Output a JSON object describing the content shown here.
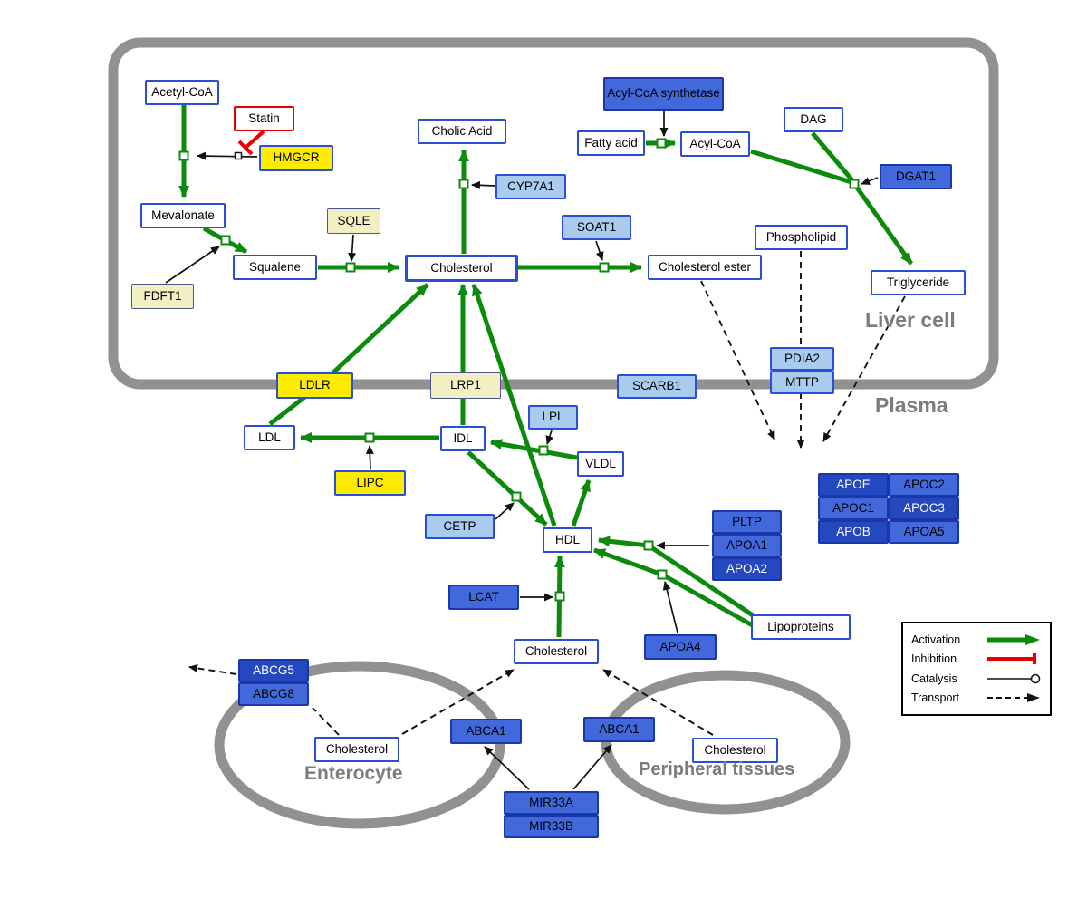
{
  "regions": {
    "liver_cell": "Liver cell",
    "plasma": "Plasma",
    "enterocyte": "Enterocyte",
    "peripheral_tissues": "Peripheral tissues"
  },
  "legend": {
    "activation": "Activation",
    "inhibition": "Inhibition",
    "catalysis": "Catalysis",
    "transport": "Transport"
  },
  "colors": {
    "activation_green": "#0B8A0B",
    "inhibition_red": "#E80000",
    "metabolite_border_blue": "#2A4FD7",
    "gene_yellow": "#FFEB00",
    "gene_pale_yellow": "#F2EFC2",
    "gene_light_blue": "#A9CBEE",
    "gene_blue": "#4169DC",
    "gene_dark_blue": "#2348C0",
    "compartment_gray": "#919191"
  },
  "nodes": {
    "acetyl_coa": {
      "label": "Acetyl-CoA"
    },
    "statin": {
      "label": "Statin"
    },
    "hmgcr": {
      "label": "HMGCR"
    },
    "mevalonate": {
      "label": "Mevalonate"
    },
    "fdft1": {
      "label": "FDFT1"
    },
    "squalene": {
      "label": "Squalene"
    },
    "sqle": {
      "label": "SQLE"
    },
    "cholesterol_liver": {
      "label": "Cholesterol"
    },
    "cholic_acid": {
      "label": "Cholic Acid"
    },
    "cyp7a1": {
      "label": "CYP7A1"
    },
    "soat1": {
      "label": "SOAT1"
    },
    "cholesterol_ester": {
      "label": "Cholesterol ester"
    },
    "acyl_coa_synthetase": {
      "label": "Acyl-CoA synthetase"
    },
    "fatty_acid": {
      "label": "Fatty acid"
    },
    "acyl_coa": {
      "label": "Acyl-CoA"
    },
    "dag": {
      "label": "DAG"
    },
    "dgat1": {
      "label": "DGAT1"
    },
    "phospholipid": {
      "label": "Phospholipid"
    },
    "triglyceride": {
      "label": "Triglyceride"
    },
    "pdia2": {
      "label": "PDIA2"
    },
    "mttp": {
      "label": "MTTP"
    },
    "ldlr": {
      "label": "LDLR"
    },
    "lrp1": {
      "label": "LRP1"
    },
    "scarb1": {
      "label": "SCARB1"
    },
    "ldl": {
      "label": "LDL"
    },
    "idl": {
      "label": "IDL"
    },
    "lpl": {
      "label": "LPL"
    },
    "vldl": {
      "label": "VLDL"
    },
    "lipc": {
      "label": "LIPC"
    },
    "cetp": {
      "label": "CETP"
    },
    "hdl": {
      "label": "HDL"
    },
    "pltp": {
      "label": "PLTP"
    },
    "apoa1": {
      "label": "APOA1"
    },
    "apoa2": {
      "label": "APOA2"
    },
    "apoe": {
      "label": "APOE"
    },
    "apoc2": {
      "label": "APOC2"
    },
    "apoc1": {
      "label": "APOC1"
    },
    "apoc3": {
      "label": "APOC3"
    },
    "apob": {
      "label": "APOB"
    },
    "apoa5": {
      "label": "APOA5"
    },
    "lcat": {
      "label": "LCAT"
    },
    "apoa4": {
      "label": "APOA4"
    },
    "lipoproteins": {
      "label": "Lipoproteins"
    },
    "cholesterol_plasma": {
      "label": "Cholesterol"
    },
    "abcg5": {
      "label": "ABCG5"
    },
    "abcg8": {
      "label": "ABCG8"
    },
    "cholesterol_enterocyte": {
      "label": "Cholesterol"
    },
    "abca1_enterocyte": {
      "label": "ABCA1"
    },
    "abca1_peripheral": {
      "label": "ABCA1"
    },
    "cholesterol_peripheral": {
      "label": "Cholesterol"
    },
    "mir33a": {
      "label": "MIR33A"
    },
    "mir33b": {
      "label": "MIR33B"
    }
  }
}
